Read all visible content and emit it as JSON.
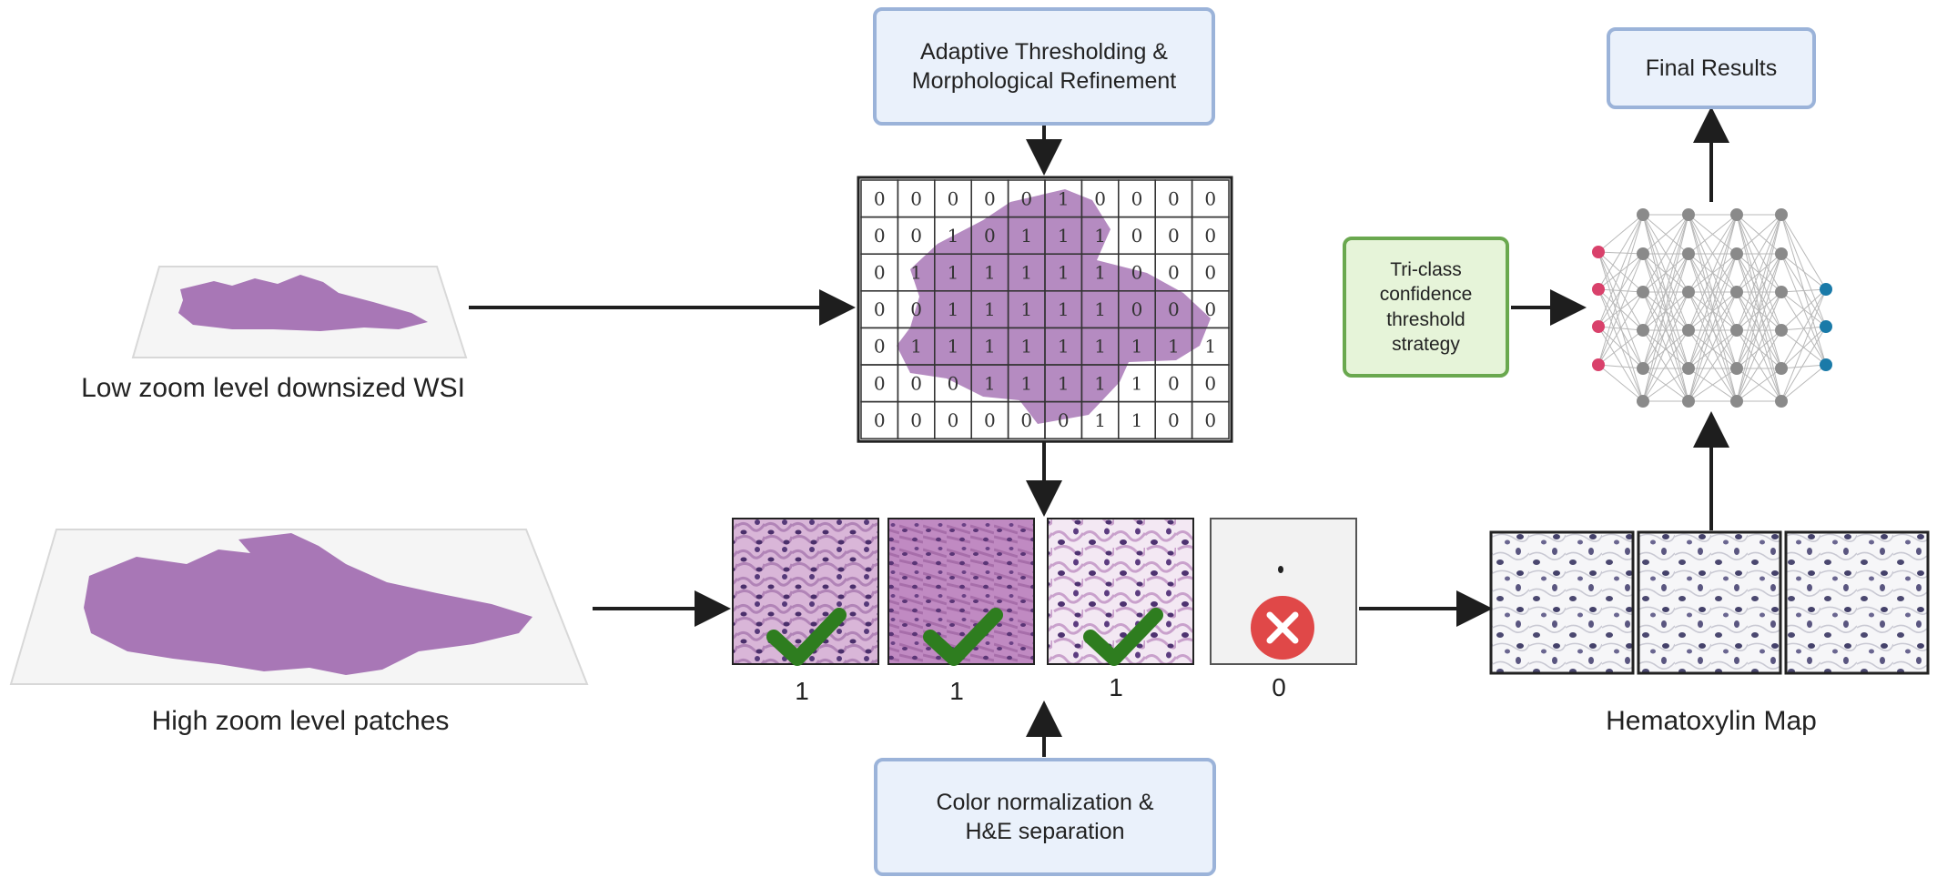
{
  "boxes": {
    "adaptive": "Adaptive Thresholding & Morphological Refinement",
    "final": "Final Results",
    "triclass": "Tri-class confidence threshold strategy",
    "color": "Color normalization & H&E separation"
  },
  "labels": {
    "low_zoom": "Low zoom level downsized WSI",
    "high_zoom": "High zoom level patches",
    "hematoxylin": "Hematoxylin Map"
  },
  "grid": {
    "rows": [
      [
        "0",
        "0",
        "0",
        "0",
        "0",
        "1",
        "0",
        "0",
        "0",
        "0"
      ],
      [
        "0",
        "0",
        "1",
        "0",
        "1",
        "1",
        "1",
        "0",
        "0",
        "0"
      ],
      [
        "0",
        "1",
        "1",
        "1",
        "1",
        "1",
        "1",
        "0",
        "0",
        "0"
      ],
      [
        "0",
        "0",
        "1",
        "1",
        "1",
        "1",
        "1",
        "0",
        "0",
        "0"
      ],
      [
        "0",
        "1",
        "1",
        "1",
        "1",
        "1",
        "1",
        "1",
        "1",
        "1"
      ],
      [
        "0",
        "0",
        "0",
        "1",
        "1",
        "1",
        "1",
        "1",
        "0",
        "0"
      ],
      [
        "0",
        "0",
        "0",
        "0",
        "0",
        "0",
        "1",
        "1",
        "0",
        "0"
      ]
    ]
  },
  "patches": {
    "labels": [
      "1",
      "1",
      "1",
      "0"
    ],
    "status": [
      "check-icon",
      "check-icon",
      "check-icon",
      "cross-icon"
    ]
  },
  "colors": {
    "tissue": "#a877b6",
    "check": "#2e7d1f",
    "cross": "#e04848",
    "input_node": "#d9416b",
    "output_node": "#1a7aa8",
    "hidden_node": "#8a8a8a"
  }
}
